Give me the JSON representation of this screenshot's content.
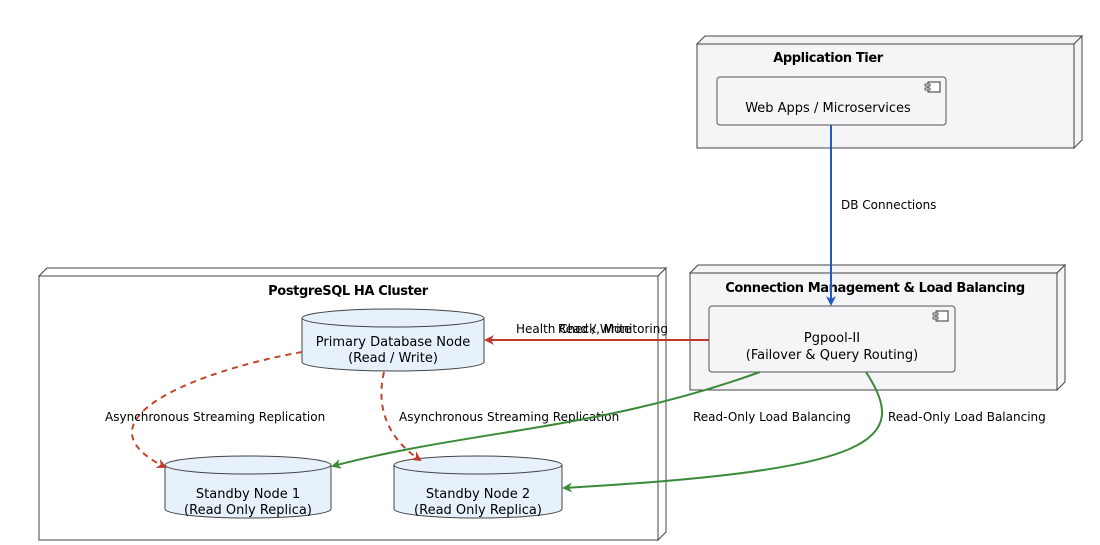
{
  "nodes": {
    "app_tier": {
      "title": "Application Tier",
      "component": "Web Apps / Microservices"
    },
    "conn_mgmt": {
      "title": "Connection Management & Load Balancing",
      "component_line1": "Pgpool-II",
      "component_line2": "(Failover & Query Routing)"
    },
    "cluster": {
      "title": "PostgreSQL HA Cluster"
    },
    "primary": {
      "line1": "Primary Database Node",
      "line2": "(Read / Write)"
    },
    "standby1": {
      "line1": "Standby Node 1",
      "line2": "(Read Only Replica)"
    },
    "standby2": {
      "line1": "Standby Node 2",
      "line2": "(Read Only Replica)"
    }
  },
  "edges": {
    "db_connections": "DB Connections",
    "read_write": "Read / Write",
    "health_check": "Health Check, Monitoring",
    "replication_1": "Asynchronous Streaming Replication",
    "replication_2": "Asynchronous Streaming Replication",
    "read_only_1": "Read-Only Load Balancing",
    "read_only_2": "Read-Only Load Balancing"
  },
  "colors": {
    "db_connection_edge": "#2357c8",
    "write_edge": "#c0392b",
    "replication_edge": "#c0472b",
    "read_only_edge": "#3a8a3a",
    "database_fill": "#e6f1fb",
    "component_fill": "#f5f4f7"
  }
}
